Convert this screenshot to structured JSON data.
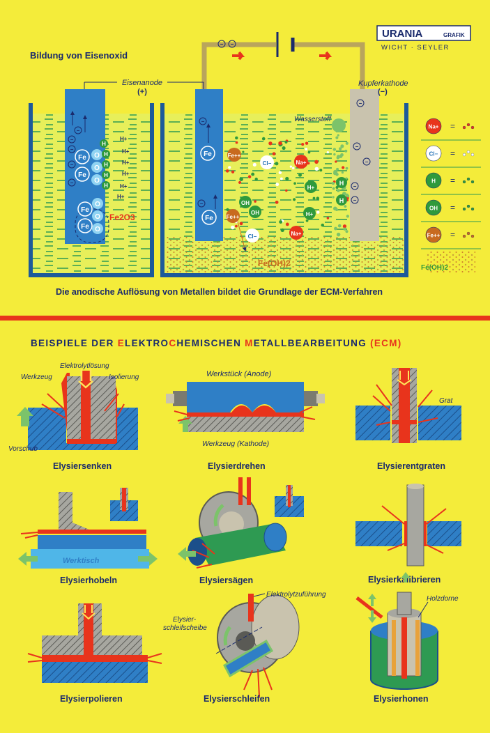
{
  "brand": {
    "name": "URANIA",
    "suffix": "GRAFIK",
    "authors": "WICHT · SEYLER"
  },
  "top": {
    "title": "Bildung von Eisenoxid",
    "anode_label": "Eisenanode",
    "anode_sign": "(+)",
    "cathode_label": "Kupferkathode",
    "cathode_sign": "(−)",
    "hydrogen_label": "Wasserstoff",
    "rust_formula": "Fe2O3",
    "sludge_formula": "Fe(OH)2",
    "caption": "Die anodische Auflösung von Metallen bildet die Grundlage der ECM-Verfahren",
    "ions": {
      "fe": "Fe",
      "fe2": "Fe++",
      "h": "H",
      "hplus": "H+",
      "o": "O",
      "oh": "OH",
      "na": "Na+",
      "cl": "Cl−",
      "minus": "−"
    },
    "legend": [
      {
        "symbol": "Na+",
        "color": "#e8341c",
        "text_color": "#ffffff"
      },
      {
        "symbol": "Cl−",
        "color": "#ffffff",
        "text_color": "#1f6fb5"
      },
      {
        "symbol": "H",
        "color": "#2f9a3c",
        "text_color": "#ffffff"
      },
      {
        "symbol": "OH",
        "color": "#2f9a3c",
        "text_color": "#ffffff"
      },
      {
        "symbol": "Fe++",
        "color": "#c86a1f",
        "text_color": "#ffffff"
      }
    ],
    "legend_equals": "=",
    "legend_sludge": "Fe(OH)2"
  },
  "bottom": {
    "heading": {
      "parts": [
        {
          "text": "BEISPIELE DER ",
          "color": "#1a2a6c"
        },
        {
          "text": "E",
          "color": "#e8341c"
        },
        {
          "text": "LEKTRO",
          "color": "#1a2a6c"
        },
        {
          "text": "C",
          "color": "#e8341c"
        },
        {
          "text": "HEMISCHEN ",
          "color": "#1a2a6c"
        },
        {
          "text": "M",
          "color": "#e8341c"
        },
        {
          "text": "ETALLBEARBEITUNG ",
          "color": "#1a2a6c"
        },
        {
          "text": "(ECM)",
          "color": "#e8341c"
        }
      ]
    },
    "labels": {
      "elektrolytloesung": "Elektrolytlösung",
      "werkzeug": "Werkzeug",
      "isolierung": "Isolierung",
      "vorschub": "Vorschub",
      "werkstueck": "Werkstück (Anode)",
      "werkzeug_kathode": "Werkzeug (Kathode)",
      "grat": "Grat",
      "werktisch": "Werktisch",
      "elektrolytzufuehrung": "Elektrolytzuführung",
      "holzdorne": "Holzdorne",
      "schleifscheibe_1": "Elysier-",
      "schleifscheibe_2": "schleifscheibe"
    },
    "processes": [
      "Elysiersenken",
      "Elysierdrehen",
      "Elysierentgraten",
      "Elysierhobeln",
      "Elysiersägen",
      "Elysierkalibrieren",
      "Elysierpolieren",
      "Elysierschleifen",
      "Elysierhonen"
    ]
  },
  "colors": {
    "background": "#f4ec3a",
    "steel_blue": "#2f7fc6",
    "tank": "#1d5a9a",
    "electrolyte": "#2e9a52",
    "spark_red": "#e8341c",
    "copper": "#c9c3ae",
    "wire": "#b9a55c",
    "divider": "#e8341c",
    "arrow_green": "#7cc36a"
  }
}
